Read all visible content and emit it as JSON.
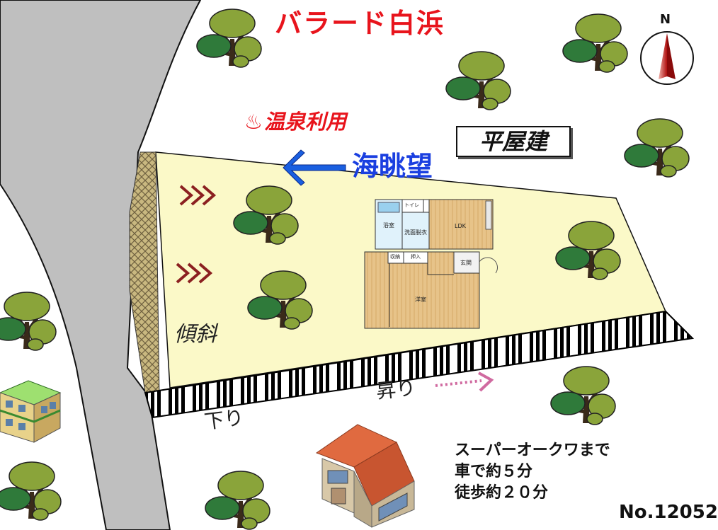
{
  "title": "バラード白浜",
  "onsen": {
    "mark": "♨",
    "label": "温泉利用"
  },
  "building_type": "平屋建",
  "sea_view": "海眺望",
  "slope_label": "傾斜",
  "road_down": "下り",
  "road_up": "昇り",
  "compass_north": "N",
  "access_info": [
    "スーパーオークワまで",
    "車で約５分",
    "徒歩約２０分"
  ],
  "listing_number": "No.12052",
  "floor_plan_rooms": {
    "bath": "浴室",
    "toilet": "トイレ",
    "washroom": "洗面脱衣",
    "ldk": "LDK",
    "storage": "収納",
    "closet": "押入",
    "entrance": "玄関",
    "western_room": "洋室"
  },
  "colors": {
    "title": "#e8141c",
    "sea_view": "#1a3fe0",
    "lot": "#fbf9c8",
    "road": "#bfbfbf",
    "tree": "#8aa43a",
    "tree_dark": "#2f7a3a"
  },
  "icons": [
    "north-compass-icon",
    "onsen-icon",
    "tree-icon",
    "house-icon",
    "apartment-icon",
    "arrow-left-icon",
    "chevron-right-icon"
  ]
}
